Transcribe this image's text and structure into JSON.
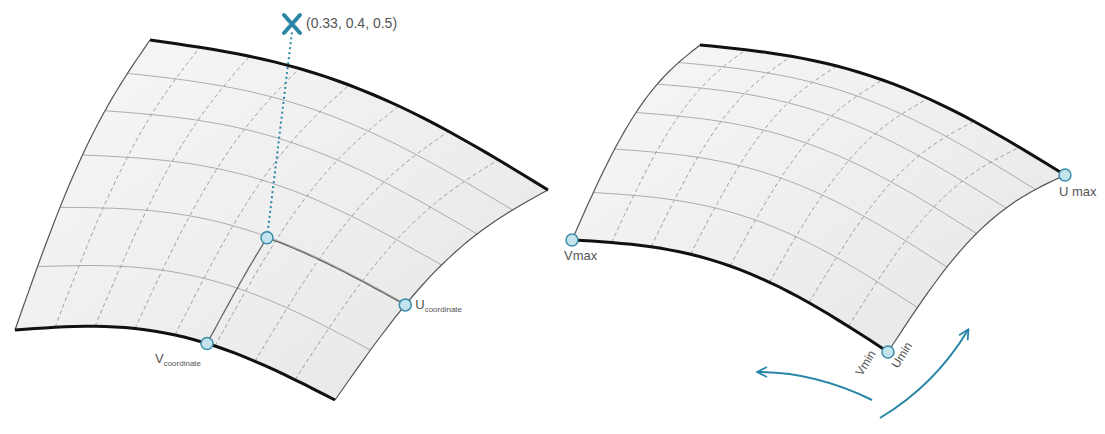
{
  "diagram": {
    "labels": [
      "(0.33, 0.4, 0.5)",
      "V",
      "coordinate",
      "U",
      "coordinate",
      "Vmax",
      "U max",
      "Vmin",
      "Umin"
    ]
  }
}
